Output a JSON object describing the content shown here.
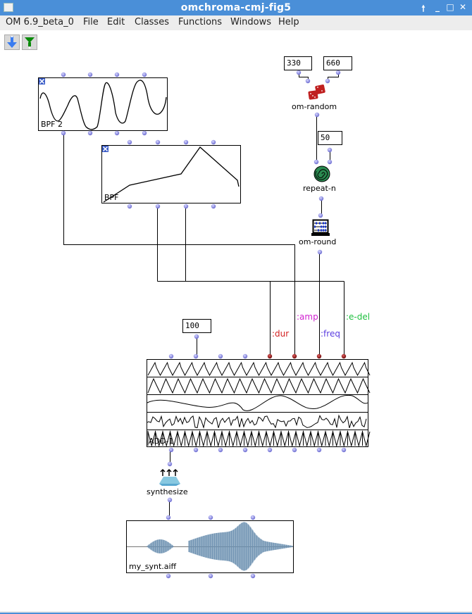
{
  "window": {
    "title": "omchroma-cmj-fig5",
    "controls": [
      "keep-above",
      "minimize",
      "maximize",
      "close"
    ]
  },
  "menubar": {
    "items": [
      "OM 6.9_beta_0",
      "File",
      "Edit",
      "Classes",
      "Functions",
      "Windows",
      "Help"
    ]
  },
  "toolbar": {
    "buttons": [
      {
        "icon": "arrow-down-blue-icon",
        "color": "#3a7cf0"
      },
      {
        "icon": "arrow-down-green-icon",
        "color": "#0a8a0a"
      }
    ]
  },
  "patch": {
    "boxes": {
      "bpf2": {
        "label": "BPF 2"
      },
      "bpf": {
        "label": "BPF"
      },
      "num330": {
        "value": "330"
      },
      "num660": {
        "value": "660"
      },
      "om_random": {
        "label": "om-random"
      },
      "num50": {
        "value": "50"
      },
      "repeat_n": {
        "label": "repeat-n"
      },
      "om_round": {
        "label": "om-round"
      },
      "num100": {
        "value": "100"
      },
      "add1": {
        "label": "ADD-1"
      },
      "synthesize": {
        "label": "synthesize"
      },
      "sound": {
        "label": "my_synt.aiff"
      }
    },
    "keyword_inputs": [
      {
        "label": ":dur",
        "color": "#d42020"
      },
      {
        "label": ":amp",
        "color": "#d020d0"
      },
      {
        "label": ":freq",
        "color": "#5a3ce0"
      },
      {
        "label": ":e-del",
        "color": "#20c040"
      }
    ],
    "colors": {
      "inlet": "#8080e0",
      "keyword_inlet": "#8a1010",
      "waveform": "#6b8fb0",
      "connection": "#000000"
    }
  }
}
